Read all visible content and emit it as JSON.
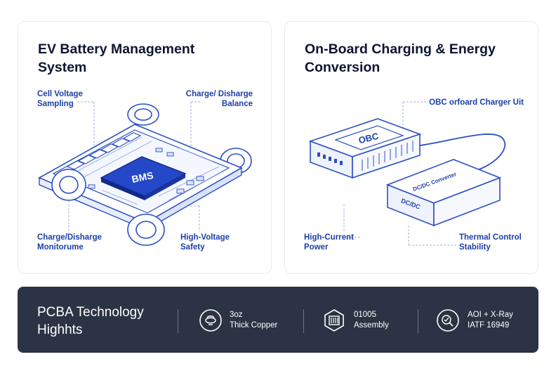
{
  "left_card": {
    "title_line1": "EV Battery Management",
    "title_line2": "System",
    "chip_label": "BMS",
    "labels": {
      "top_left": [
        "Cell Voltage",
        "Sampling"
      ],
      "top_right": [
        "Charge/ Disharge",
        "Balance"
      ],
      "bottom_left": [
        "Charge/Disharge",
        "Monitorume"
      ],
      "bottom_right": [
        "High-Voltage",
        "Safety"
      ]
    }
  },
  "right_card": {
    "title_line1": "On-Board Charging & Energy",
    "title_line2": "Conversion",
    "obc_label": "OBC",
    "dcdc_label": "DC/DC",
    "dcdc_top_label": "DC/DC Converter",
    "labels": {
      "top_right": "OBC orfoard Charger Uit",
      "bottom_left": [
        "High-Current",
        "Power"
      ],
      "bottom_right": [
        "Thermal Control",
        "Stability"
      ]
    }
  },
  "banner": {
    "title_line1": "PCBA Technology",
    "title_line2": "Highhts",
    "features": [
      {
        "icon": "copper-coil-icon",
        "line1": "3oz",
        "line2": "Thick Copper"
      },
      {
        "icon": "chip-assembly-icon",
        "line1": "01005",
        "line2": "Assembly"
      },
      {
        "icon": "inspection-icon",
        "line1": "AOI + X-Ray",
        "line2": "IATF 16949"
      }
    ]
  },
  "colors": {
    "accent_blue": "#1b3fa8",
    "line_blue": "#2c4fc4",
    "banner_bg": "#2b3344",
    "chip_fill": "#2448c8"
  }
}
